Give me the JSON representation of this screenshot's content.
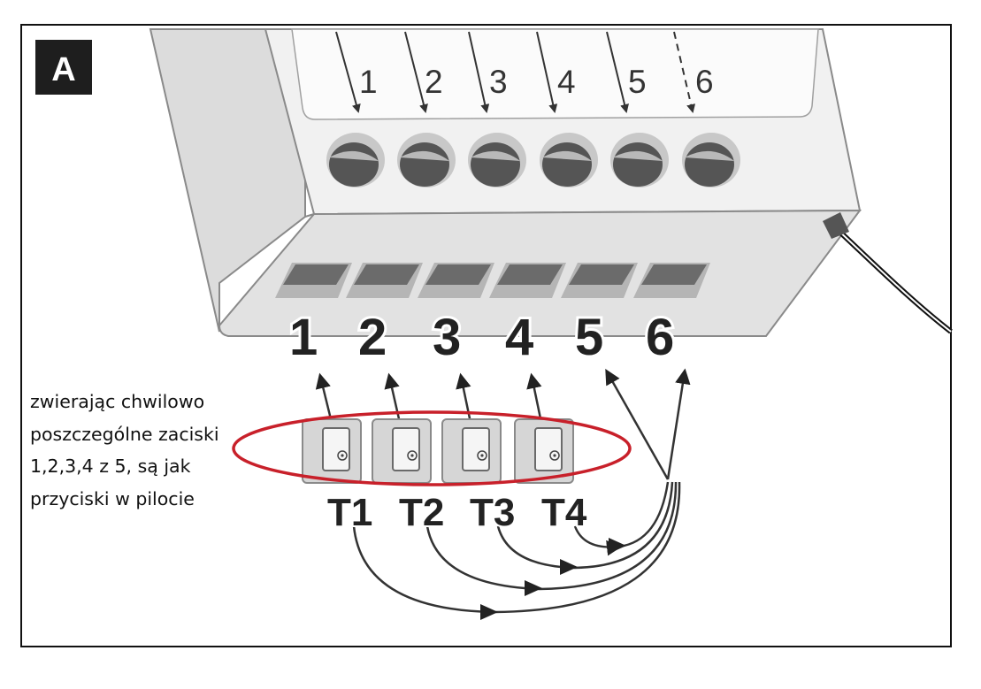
{
  "panel_label": "A",
  "terminals_top": [
    "1",
    "2",
    "3",
    "4",
    "5",
    "6"
  ],
  "terminals_front": [
    "1",
    "2",
    "3",
    "4",
    "5",
    "6"
  ],
  "buttons": [
    "T1",
    "T2",
    "T3",
    "T4"
  ],
  "note_lines": [
    "zwierając chwilowo",
    "poszczególne zaciski",
    "1,2,3,4 z 5, są jak",
    "przyciski w pilocie"
  ],
  "colors": {
    "highlight_ellipse": "#c8202a",
    "box_body": "#ececec",
    "box_outline": "#8a8a8a",
    "badge": "#1e1e1e"
  }
}
